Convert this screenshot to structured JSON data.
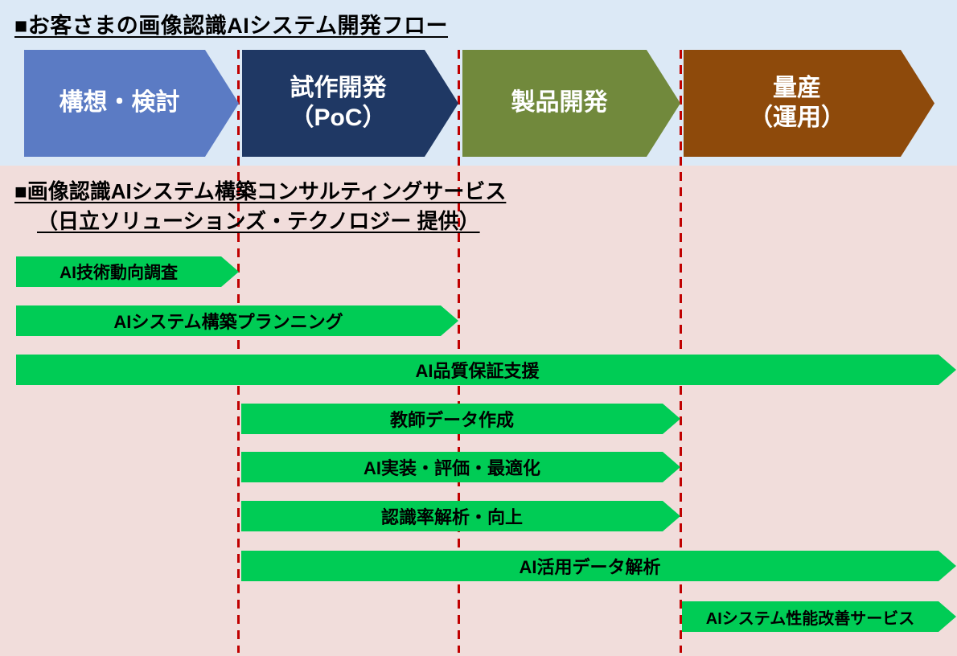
{
  "colors": {
    "top_background": "#dce9f6",
    "bottom_background": "#f1dddb",
    "stage1": "#5b7bc4",
    "stage2": "#1f3864",
    "stage3": "#71893c",
    "stage4": "#8e4a0b",
    "service_green": "#00cc55",
    "divider_red": "#c00000"
  },
  "header": {
    "title": "■お客さまの画像認識AIシステム開発フロー"
  },
  "stages": [
    {
      "name": "構想・検討",
      "line1": "構想・検討",
      "line2": "",
      "color": "#5b7bc4"
    },
    {
      "name": "試作開発（PoC）",
      "line1": "試作開発",
      "line2": "（PoC）",
      "color": "#1f3864"
    },
    {
      "name": "製品開発",
      "line1": "製品開発",
      "line2": "",
      "color": "#71893c"
    },
    {
      "name": "量産（運用）",
      "line1": "量産",
      "line2": "（運用）",
      "color": "#8e4a0b"
    }
  ],
  "services_section": {
    "title": "■画像認識AIシステム構築コンサルティングサービス",
    "subtitle": "（日立ソリューションズ・テクノロジー 提供）"
  },
  "services": [
    {
      "label": "AI技術動向調査",
      "span": "構想・検討",
      "color": "#00cc55"
    },
    {
      "label": "AIシステム構築プランニング",
      "span": "構想・検討〜試作開発",
      "color": "#00cc55"
    },
    {
      "label": "AI品質保証支援",
      "span": "構想・検討〜量産（運用）",
      "color": "#00cc55"
    },
    {
      "label": "教師データ作成",
      "span": "試作開発〜製品開発",
      "color": "#00cc55"
    },
    {
      "label": "AI実装・評価・最適化",
      "span": "試作開発〜製品開発",
      "color": "#00cc55"
    },
    {
      "label": "認識率解析・向上",
      "span": "試作開発〜製品開発",
      "color": "#00cc55"
    },
    {
      "label": "AI活用データ解析",
      "span": "試作開発〜量産（運用）",
      "color": "#00cc55"
    },
    {
      "label": "AIシステム性能改善サービス",
      "span": "量産（運用）",
      "color": "#00cc55"
    }
  ]
}
